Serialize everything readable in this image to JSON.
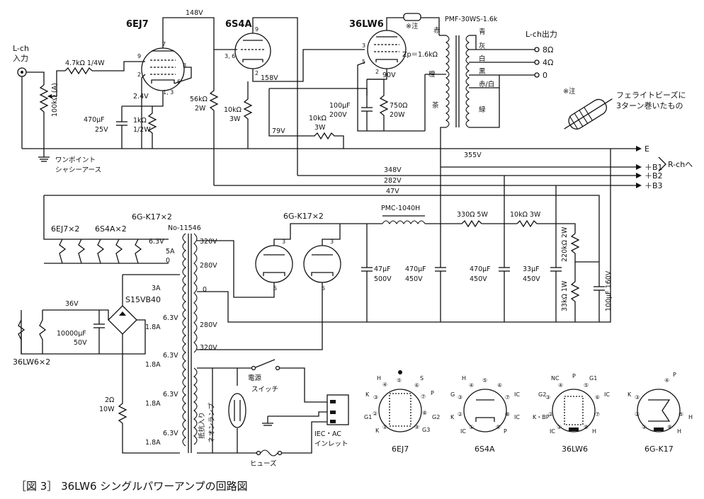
{
  "figure": {
    "caption": "［図 3］ 36LW6 シングルパワーアンプの回路図"
  },
  "tubes": {
    "driver": "6EJ7",
    "buffer": "6S4A",
    "output": "36LW6",
    "rect_pair": "6G-K17×2",
    "rect_pair2": "6G-K17×2",
    "heater_group1": "6EJ7×2",
    "heater_group2": "6S4A×2",
    "heater_group3": "36LW6×2"
  },
  "input": {
    "label_l": "L-ch",
    "label_in": "入力",
    "resistor": "4.7kΩ 1/4W",
    "volume": "100kΩ (A)"
  },
  "stage1": {
    "cathode_v": "2.4V",
    "plate_v": "148V",
    "c_k": "470μF",
    "c_k_v": "25V",
    "r_k": "1kΩ",
    "r_k_w": "1/2W",
    "r_pl": "56kΩ",
    "r_pl_w": "2W",
    "pins_plate": "7",
    "pins_grid": "9",
    "pins_g2": "2",
    "pins_k": "1, 3",
    "pins_6": "6",
    "pins_8": "8"
  },
  "stage2": {
    "pins_g": "3, 6",
    "pins_p": "9",
    "pins_k": "2",
    "cathode_v": "158V",
    "r_k": "10kΩ",
    "r_k_w": "3W",
    "node_v": "79V",
    "r_fb": "10kΩ",
    "r_fb_w": "3W"
  },
  "stage3": {
    "pins_top": "3",
    "pins_5": "5",
    "pins_2": "2",
    "cathode_v": "90V",
    "c_k": "100μF",
    "c_k_v": "200V",
    "r_k": "750Ω",
    "r_k_w": "20W",
    "zp": "Zp＝1.6kΩ",
    "note": "※注"
  },
  "output_trans": {
    "model": "PMF-30WS-1.6k",
    "pri_red": "赤",
    "pri_orange": "橙",
    "pri_brown": "茶",
    "sec_blue": "青",
    "sec_gray": "灰",
    "sec_white": "白",
    "sec_black": "黒",
    "sec_redwhite": "赤/白",
    "sec_green": "緑",
    "out_label": "L-ch出力",
    "tap_8": "8Ω",
    "tap_4": "4Ω",
    "tap_0": "0"
  },
  "ferrite": {
    "note": "※注",
    "text1": "フェライトビーズに",
    "text2": "3ターン巻いたもの"
  },
  "ground": {
    "text1": "ワンポイント",
    "text2": "シャシーアース"
  },
  "buses": {
    "e": "E",
    "b1": "＋B1",
    "b2": "＋B2",
    "b3": "＋B3",
    "rch": "R-chへ",
    "v355": "355V",
    "v348": "348V",
    "v282": "282V",
    "v47": "47V"
  },
  "power_trans": {
    "model": "No-11546",
    "t320a": "320V",
    "t280a": "280V",
    "t0": "0",
    "t280b": "280V",
    "t320b": "320V",
    "h1v": "6.3V",
    "h1a": "5A",
    "h1z": "0",
    "h2a": "3A",
    "h3v": "6.3V",
    "h3a": "1.8A",
    "h4v": "6.3V",
    "h4a": "1.8A",
    "h5v": "6.3V",
    "h5a": "1.8A",
    "h6v": "6.3V",
    "h6a": "1.8A",
    "title_rect": "6G-K17×2"
  },
  "bridge": {
    "model": "S15VB40",
    "v36": "36V",
    "cap": "10000μF",
    "cap_v": "50V",
    "res": "2Ω",
    "res_w": "10W"
  },
  "rectifier": {
    "pin3a": "3",
    "pin5a": "5",
    "pin3b": "3",
    "pin5b": "5"
  },
  "filter": {
    "choke": "PMC-1040H",
    "c1": "47μF",
    "c1v": "500V",
    "c2": "470μF",
    "c2v": "450V",
    "r1": "330Ω 5W",
    "c3": "470μF",
    "c3v": "450V",
    "r2": "10kΩ 3W",
    "c4": "33μF",
    "c4v": "450V",
    "r3": "220kΩ 2W",
    "r4": "33kΩ 1W",
    "c5": "100μF 160V"
  },
  "mains": {
    "lamp": "抵抗入り",
    "lamp2": "ネオンランプ",
    "switch": "電源",
    "switch2": "スイッチ",
    "inlet": "IEC・AC",
    "inlet2": "インレット",
    "fuse": "ヒューズ"
  },
  "pinouts": [
    {
      "name": "6EJ7",
      "pins": [
        "H",
        "④",
        "⑤",
        "S",
        "⑥",
        "⑦",
        "P",
        "K",
        "③",
        "⑧",
        "G2",
        "G1",
        "②",
        "⑨",
        "①",
        "K",
        "G3"
      ]
    },
    {
      "name": "6S4A",
      "pins": [
        "H",
        "④",
        "⑤",
        "⑥",
        "G",
        "③",
        "⑦",
        "IC",
        "K",
        "②",
        "⑧",
        "IC",
        "IC",
        "①",
        "⑨",
        "P"
      ]
    },
    {
      "name": "36LW6",
      "pins": [
        "NC",
        "P",
        "G1",
        "④",
        "⑤",
        "G2",
        "③",
        "⑥",
        "IC",
        "K・BP",
        "②",
        "⑦",
        "IC",
        "①",
        "⑧",
        "H"
      ]
    },
    {
      "name": "6G-K17",
      "pins": [
        "K",
        "③",
        "④",
        "P",
        "②",
        "⑤",
        "H",
        "①",
        "⑧",
        "H"
      ]
    }
  ]
}
